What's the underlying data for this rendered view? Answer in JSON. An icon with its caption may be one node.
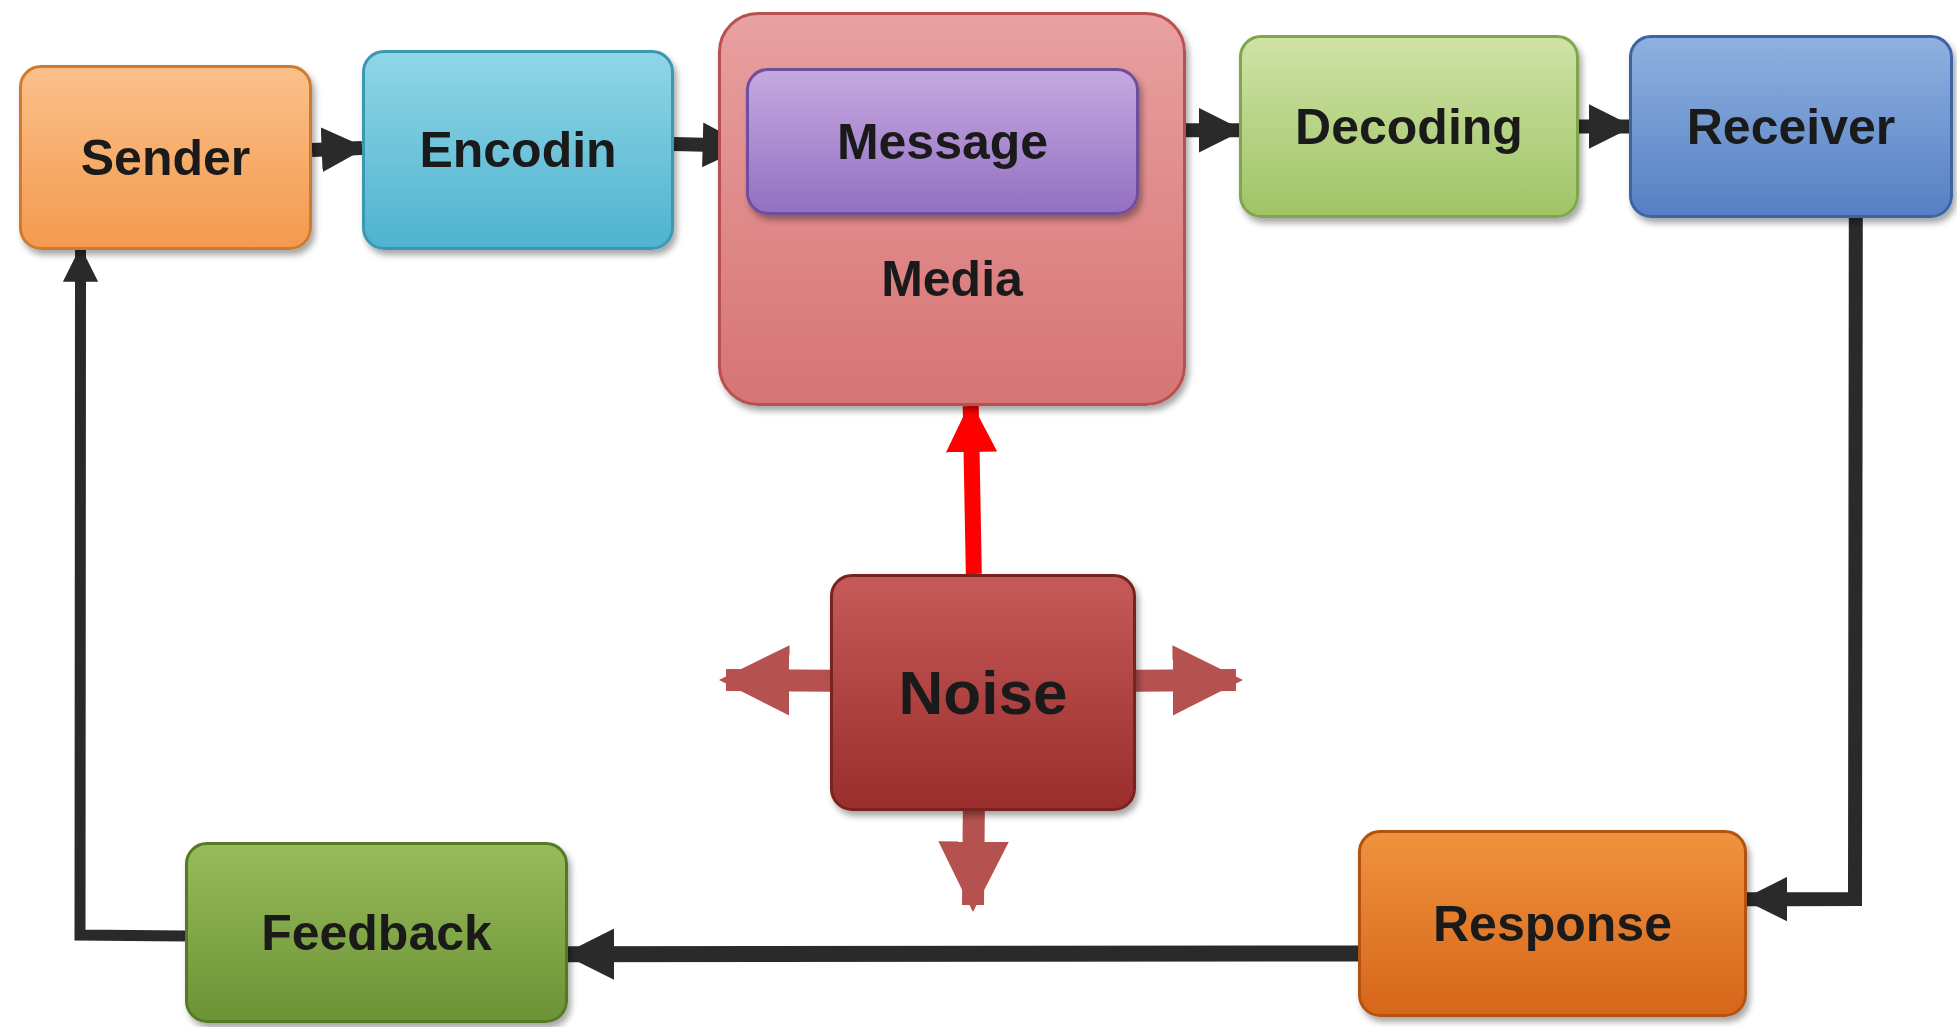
{
  "diagram": {
    "nodes": [
      {
        "text": [
          "Sender"
        ]
      },
      {
        "text": [
          "Encodin"
        ]
      },
      {
        "text": [
          "Media"
        ]
      },
      {
        "text": [
          "Message"
        ],
        "in": 2
      },
      {
        "text": [
          "Decoding"
        ]
      },
      {
        "text": [
          "Receiver"
        ]
      },
      {
        "text": [
          "Noise"
        ]
      },
      {
        "text": [
          "Response"
        ]
      },
      {
        "text": [
          "Feedback"
        ]
      }
    ],
    "edges": [
      {
        "from": 0,
        "to": 1,
        "arrow": "to"
      },
      {
        "from": 1,
        "to": 3,
        "arrow": "to"
      },
      {
        "from": 2,
        "to": 4,
        "arrow": "to"
      },
      {
        "from": 4,
        "to": 5,
        "arrow": "to"
      },
      {
        "from": 5,
        "to": 7,
        "arrow": "to"
      },
      {
        "from": 7,
        "to": 8,
        "arrow": "to"
      },
      {
        "from": 8,
        "to": 0,
        "arrow": "to"
      },
      {
        "from": 6,
        "to": 2,
        "arrow": "to",
        "color": "#ff0000"
      },
      {
        "from": 6,
        "to": null,
        "arrow": "to",
        "color": "#b5524f"
      },
      {
        "from": 6,
        "to": null,
        "arrow": "to",
        "color": "#b5524f"
      },
      {
        "from": 6,
        "to": null,
        "arrow": "to",
        "color": "#b5524f"
      }
    ]
  }
}
